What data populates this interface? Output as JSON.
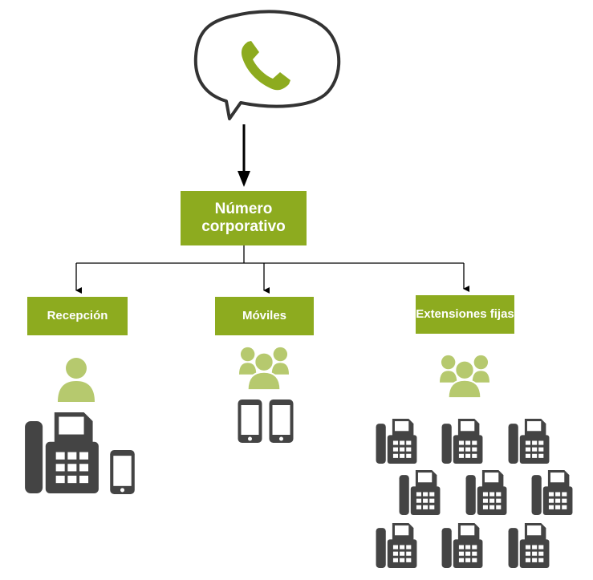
{
  "diagram": {
    "main_label": "Número corporativo",
    "branches": [
      {
        "label": "Recepción",
        "icons": [
          "person-icon",
          "desk-phone-icon",
          "mobile-phone-icon"
        ]
      },
      {
        "label": "Móviles",
        "icons": [
          "group-icon",
          "mobile-phone-icon",
          "mobile-phone-icon"
        ]
      },
      {
        "label": "Extensiones fijas",
        "icons": [
          "group-icon",
          "desk-phone-icon"
        ],
        "desk_phone_count": 9
      }
    ],
    "top_icon": "phone-speech-bubble-icon"
  },
  "colors": {
    "accent": "#8dab1f",
    "icon_green": "#b6c96e",
    "icon_dark": "#444444",
    "line": "#000000"
  }
}
